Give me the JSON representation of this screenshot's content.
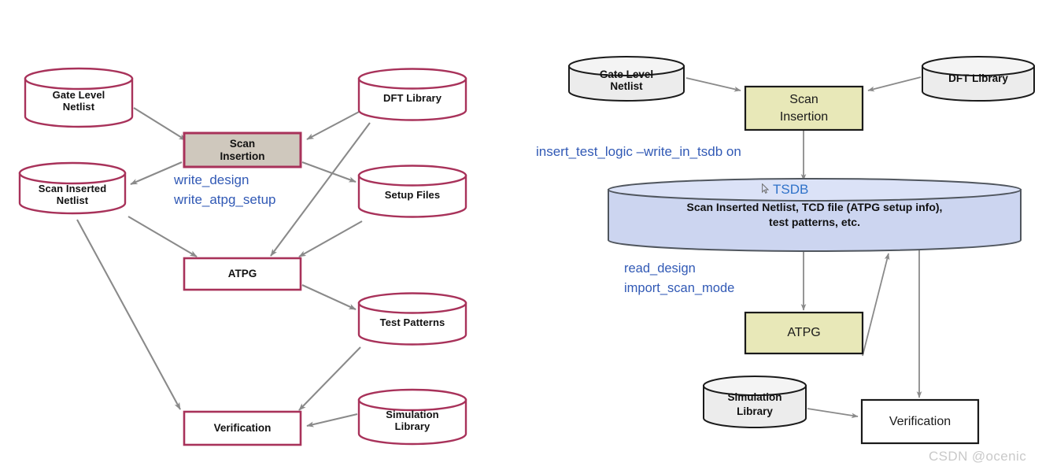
{
  "meta": {
    "watermark": "CSDN @ocenic",
    "colors": {
      "left_outline": "#a8325a",
      "left_scan_fill": "#cfc8bd",
      "right_outline": "#1a1a1a",
      "right_cyl_fill": "#ececec",
      "right_box_fill": "#e8e8b8",
      "tsdb_fill": "#ccd5f0",
      "command_blue": "#3159b5",
      "tsdb_title_blue": "#2f72c9",
      "arrow_gray": "#8a8a8a",
      "watermark_gray": "#c9c9c9"
    }
  },
  "left_diagram": {
    "nodes": {
      "gate_level_netlist": "Gate Level\nNetlist",
      "dft_library": "DFT Library",
      "scan_insertion": "Scan\nInsertion",
      "scan_inserted_netlist": "Scan Inserted\nNetlist",
      "setup_files": "Setup Files",
      "atpg": "ATPG",
      "test_patterns": "Test Patterns",
      "verification": "Verification",
      "simulation_library": "Simulation\nLibrary"
    },
    "commands": {
      "line1": "write_design",
      "line2": "write_atpg_setup"
    }
  },
  "right_diagram": {
    "nodes": {
      "gate_level_netlist": "Gate Level\nNetlist",
      "dft_library": "DFT Library",
      "scan_insertion": "Scan\nInsertion",
      "tsdb_title": "TSDB",
      "tsdb_body": "Scan Inserted Netlist, TCD file (ATPG setup info),\ntest patterns, etc.",
      "atpg": "ATPG",
      "simulation_library": "Simulation\nLibrary",
      "verification": "Verification"
    },
    "commands": {
      "insert": "insert_test_logic –write_in_tsdb on",
      "read_design": "read_design",
      "import_scan_mode": "import_scan_mode"
    }
  }
}
